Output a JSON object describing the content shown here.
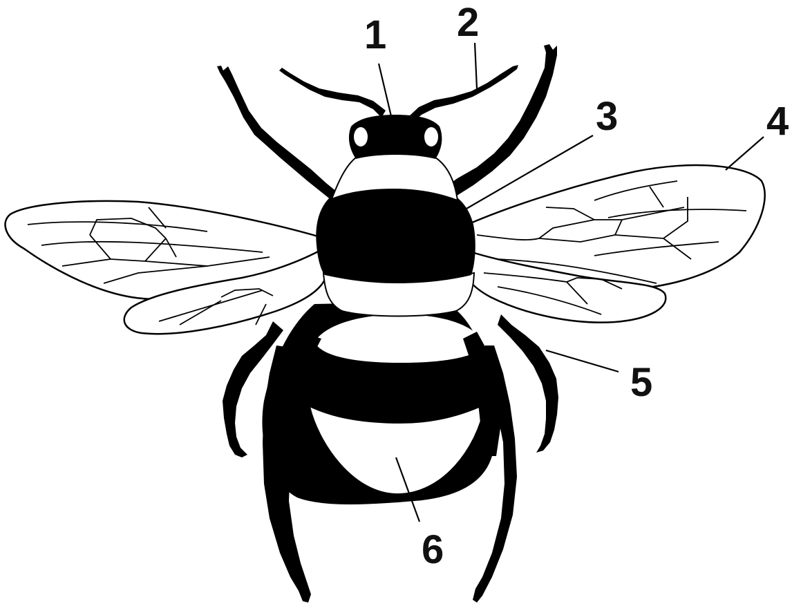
{
  "colors": {
    "ink": "#000000",
    "paper": "#ffffff"
  },
  "labels": [
    {
      "id": "label-1",
      "text": "1"
    },
    {
      "id": "label-2",
      "text": "2"
    },
    {
      "id": "label-3",
      "text": "3"
    },
    {
      "id": "label-4",
      "text": "4"
    },
    {
      "id": "label-5",
      "text": "5"
    },
    {
      "id": "label-6",
      "text": "6"
    }
  ]
}
